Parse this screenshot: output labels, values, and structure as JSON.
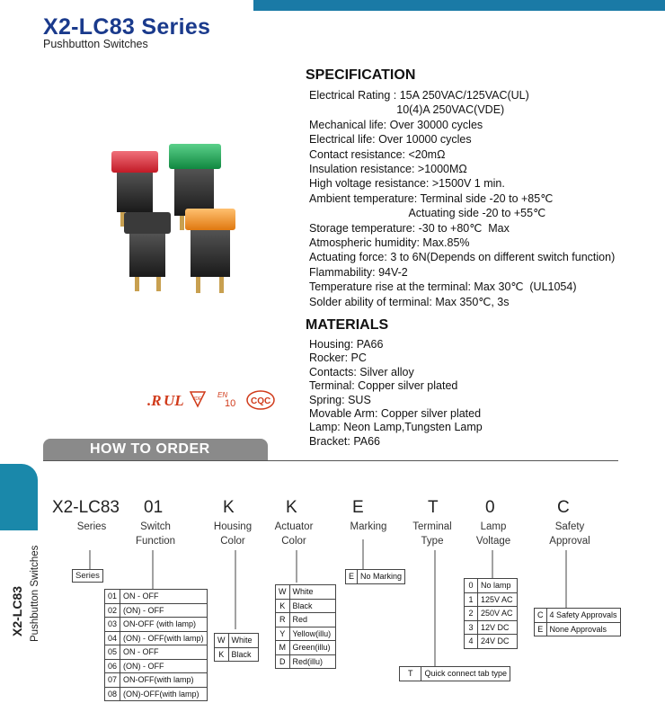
{
  "header": {
    "title": "X2-LC83 Series",
    "subtitle": "Pushbutton Switches"
  },
  "specification": {
    "heading": "SPECIFICATION",
    "lines": [
      "Electrical Rating : 15A 250VAC/125VAC(UL)",
      "                            10(4)A 250VAC(VDE)",
      "Mechanical life: Over 30000 cycles",
      "Electrical life: Over 10000 cycles",
      "Contact resistance: <20mΩ",
      "Insulation resistance: >1000MΩ",
      "High voltage resistance: >1500V 1 min.",
      "Ambient temperature: Terminal side -20 to +85℃",
      "                                Actuating side -20 to +55℃",
      "Storage temperature: -30 to +80℃  Max",
      "Atmospheric humidity: Max.85%",
      "Actuating force: 3 to 6N(Depends on different switch function)",
      "Flammability: 94V-2",
      "Temperature rise at the terminal: Max 30℃  (UL1054)",
      "Solder ability of terminal: Max 350℃, 3s"
    ]
  },
  "materials": {
    "heading": "MATERIALS",
    "lines": [
      "Housing: PA66",
      "Rocker: PC",
      "Contacts: Silver alloy",
      "Terminal: Copper silver plated",
      "Spring: SUS",
      "Movable Arm: Copper silver plated",
      "Lamp: Neon Lamp,Tungsten Lamp",
      "Bracket: PA66"
    ]
  },
  "certifications": {
    "ul": "UL",
    "vde": "VDE",
    "enec": "10",
    "cqc": "CQC"
  },
  "side_tab": {
    "model": "X2-LC83",
    "category": "Pushbutton Switches"
  },
  "how_to_order": {
    "heading": "HOW TO ORDER",
    "fields": [
      {
        "code": "X2-LC83",
        "label": [
          "Series"
        ]
      },
      {
        "code": "01",
        "label": [
          "Switch",
          "Function"
        ]
      },
      {
        "code": "K",
        "label": [
          "Housing",
          "Color"
        ]
      },
      {
        "code": "K",
        "label": [
          "Actuator",
          "Color"
        ]
      },
      {
        "code": "E",
        "label": [
          "Marking"
        ]
      },
      {
        "code": "T",
        "label": [
          "Terminal",
          "Type"
        ]
      },
      {
        "code": "0",
        "label": [
          "Lamp",
          "Voltage"
        ]
      },
      {
        "code": "C",
        "label": [
          "Safety",
          "Approval"
        ]
      }
    ],
    "series_box": "Series",
    "switch_function": [
      [
        "01",
        "ON - OFF"
      ],
      [
        "02",
        "(ON) - OFF"
      ],
      [
        "03",
        "ON-OFF (with lamp)"
      ],
      [
        "04",
        "(ON) - OFF(with lamp)"
      ],
      [
        "05",
        "ON - OFF"
      ],
      [
        "06",
        "(ON) - OFF"
      ],
      [
        "07",
        "ON-OFF(with lamp)"
      ],
      [
        "08",
        "(ON)-OFF(with lamp)"
      ]
    ],
    "housing_color": [
      [
        "W",
        "White"
      ],
      [
        "K",
        "Black"
      ]
    ],
    "actuator_color": [
      [
        "W",
        "White"
      ],
      [
        "K",
        "Black"
      ],
      [
        "R",
        "Red"
      ],
      [
        "Y",
        "Yellow(illu)"
      ],
      [
        "M",
        "Green(illu)"
      ],
      [
        "D",
        "Red(illu)"
      ]
    ],
    "marking": [
      [
        "E",
        "No Marking"
      ]
    ],
    "terminal_type": [
      [
        "T",
        "Quick connect tab type"
      ]
    ],
    "lamp_voltage": [
      [
        "0",
        "No lamp"
      ],
      [
        "1",
        "125V AC"
      ],
      [
        "2",
        "250V AC"
      ],
      [
        "3",
        "12V DC"
      ],
      [
        "4",
        "24V DC"
      ]
    ],
    "safety_approval": [
      [
        "C",
        "4 Safety Approvals"
      ],
      [
        "E",
        "None Approvals"
      ]
    ]
  },
  "colors": {
    "brand_blue": "#1a3a8c",
    "accent_teal": "#1a88aa",
    "bar_gray": "#8a8a8a"
  }
}
